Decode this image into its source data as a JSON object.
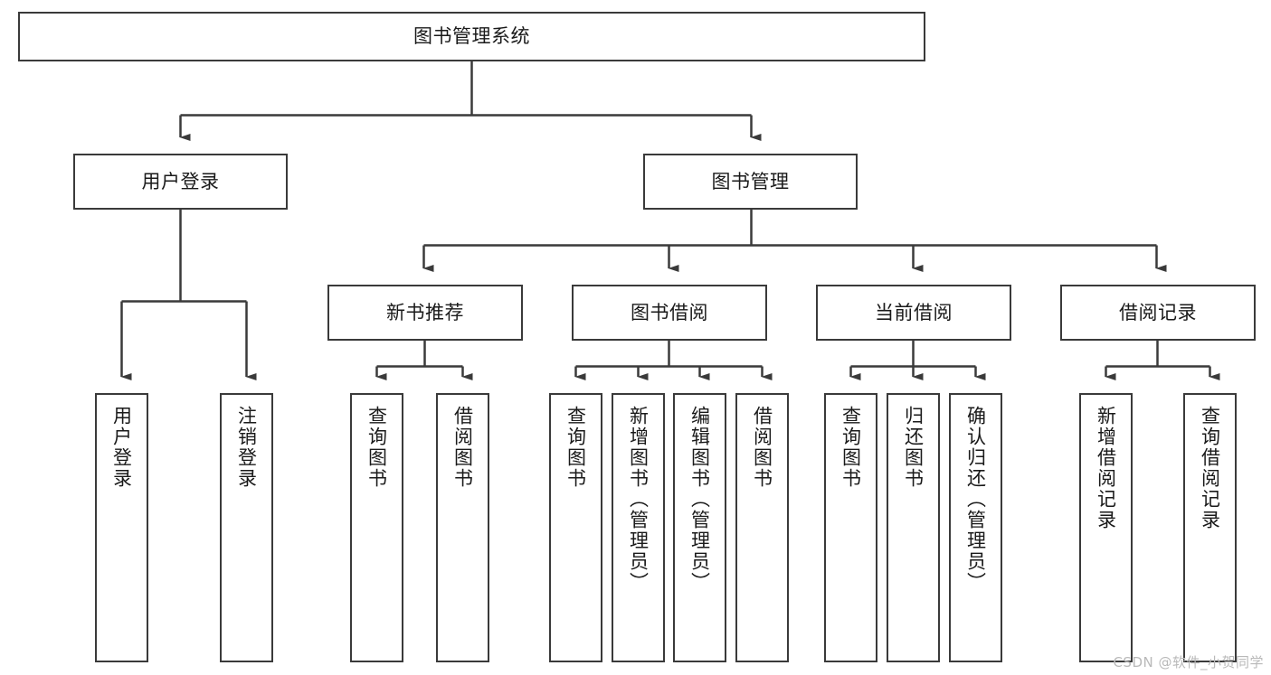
{
  "diagram": {
    "type": "tree-hierarchy",
    "title": "图书管理系统",
    "watermark": "CSDN @软件_小贺同学",
    "colors": {
      "node_border": "#3a3a3a",
      "node_fill": "#ffffff",
      "edge": "#3a3a3a",
      "text": "#1a1a1a",
      "watermark": "#b9b9b9"
    },
    "nodes": {
      "root": {
        "label": "图书管理系统"
      },
      "level2": [
        {
          "id": "user-login",
          "label": "用户登录"
        },
        {
          "id": "book-management",
          "label": "图书管理"
        }
      ],
      "level3": [
        {
          "id": "new-book-recommend",
          "label": "新书推荐"
        },
        {
          "id": "book-borrow",
          "label": "图书借阅"
        },
        {
          "id": "current-borrow",
          "label": "当前借阅"
        },
        {
          "id": "borrow-record",
          "label": "借阅记录"
        }
      ],
      "leaves": [
        {
          "id": "leaf-user-login",
          "label": "用户登录",
          "parent": "user-login"
        },
        {
          "id": "leaf-logout-login",
          "label": "注销登录",
          "parent": "user-login"
        },
        {
          "id": "leaf-query-book-1",
          "label": "查询图书",
          "parent": "new-book-recommend"
        },
        {
          "id": "leaf-borrow-book-1",
          "label": "借阅图书",
          "parent": "new-book-recommend"
        },
        {
          "id": "leaf-query-book-2",
          "label": "查询图书",
          "parent": "book-borrow"
        },
        {
          "id": "leaf-add-book",
          "label": "新增图书（管理员）",
          "parent": "book-borrow"
        },
        {
          "id": "leaf-edit-book",
          "label": "编辑图书（管理员）",
          "parent": "book-borrow"
        },
        {
          "id": "leaf-borrow-book-2",
          "label": "借阅图书",
          "parent": "book-borrow"
        },
        {
          "id": "leaf-query-book-3",
          "label": "查询图书",
          "parent": "current-borrow"
        },
        {
          "id": "leaf-return-book",
          "label": "归还图书",
          "parent": "current-borrow"
        },
        {
          "id": "leaf-confirm-return",
          "label": "确认归还（管理员）",
          "parent": "current-borrow"
        },
        {
          "id": "leaf-add-borrow-record",
          "label": "新增借阅记录",
          "parent": "borrow-record"
        },
        {
          "id": "leaf-query-borrow-record",
          "label": "查询借阅记录",
          "parent": "borrow-record"
        }
      ]
    }
  }
}
